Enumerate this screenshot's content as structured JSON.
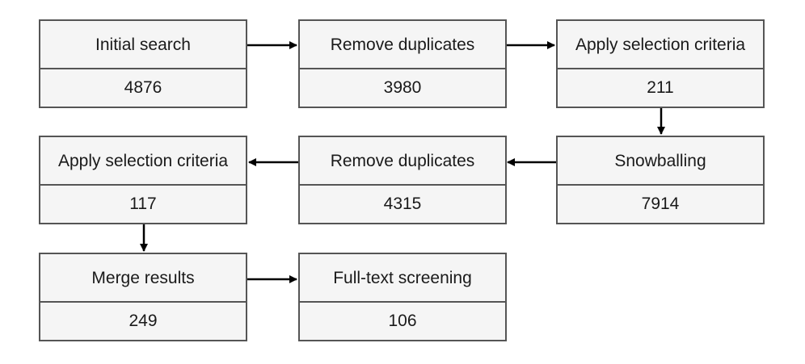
{
  "nodes": [
    {
      "label": "Initial search",
      "count": "4876"
    },
    {
      "label": "Remove duplicates",
      "count": "3980"
    },
    {
      "label": "Apply selection criteria",
      "count": "211"
    },
    {
      "label": "Snowballing",
      "count": "7914"
    },
    {
      "label": "Remove duplicates",
      "count": "4315"
    },
    {
      "label": "Apply selection criteria",
      "count": "117"
    },
    {
      "label": "Merge results",
      "count": "249"
    },
    {
      "label": "Full-text screening",
      "count": "106"
    }
  ],
  "colors": {
    "box_fill": "#f5f5f5",
    "border": "#555555",
    "arrow": "#000000"
  }
}
